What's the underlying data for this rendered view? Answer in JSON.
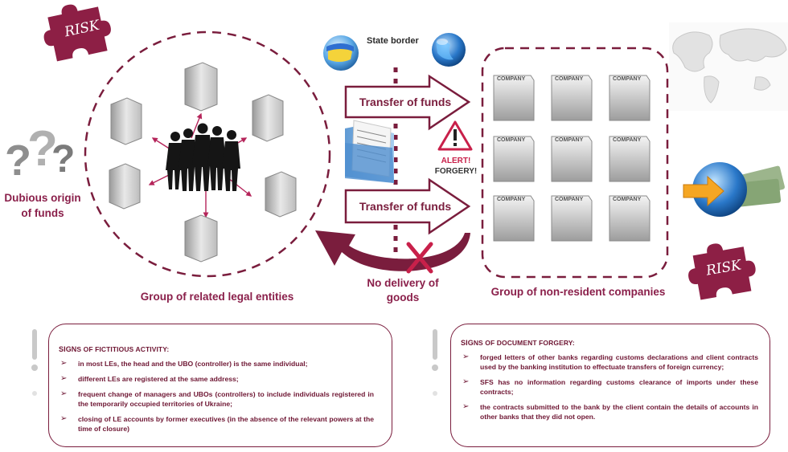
{
  "diagram": {
    "risk_tag": "RISK",
    "dubious_origin": [
      "Dubious origin",
      "of funds"
    ],
    "state_border": "State border",
    "transfer_label_1": "Transfer of funds",
    "transfer_label_2": "Transfer of funds",
    "alert_label": "ALERT!",
    "forgery_label": "FORGERY!",
    "no_delivery": [
      "No delivery of",
      "goods"
    ],
    "group_related": "Group of related legal entities",
    "group_nonresident": "Group of non-resident companies",
    "company_sign": "COMPANY"
  },
  "colors": {
    "maroon": "#7a1d3d",
    "accent": "#b5245a"
  },
  "panels": {
    "left": {
      "title_prefix": "SIGN",
      "title_rest": "S OF FICTITIOUS ACTIVITY:",
      "items": [
        "in most LEs, the head and the UBO (controller) is the same individual;",
        "different LEs are registered at the same address;",
        "frequent change of managers and UBOs (controllers) to include individuals registered in the temporarily occupied territories of Ukraine;",
        "closing of LE accounts by former executives (in the absence of the relevant powers at the time of closure)"
      ]
    },
    "right": {
      "title_prefix": "SIG",
      "title_rest": "NS OF DOCUMENT FORGERY:",
      "items": [
        "forged letters of other banks regarding customs declarations and client contracts used by the banking institution to effectuate transfers of foreign currency;",
        "SFS has no information regarding customs clearance of imports under these contracts;",
        "the contracts submitted to the bank by the client contain the details of accounts in other banks that they did not open."
      ]
    }
  }
}
